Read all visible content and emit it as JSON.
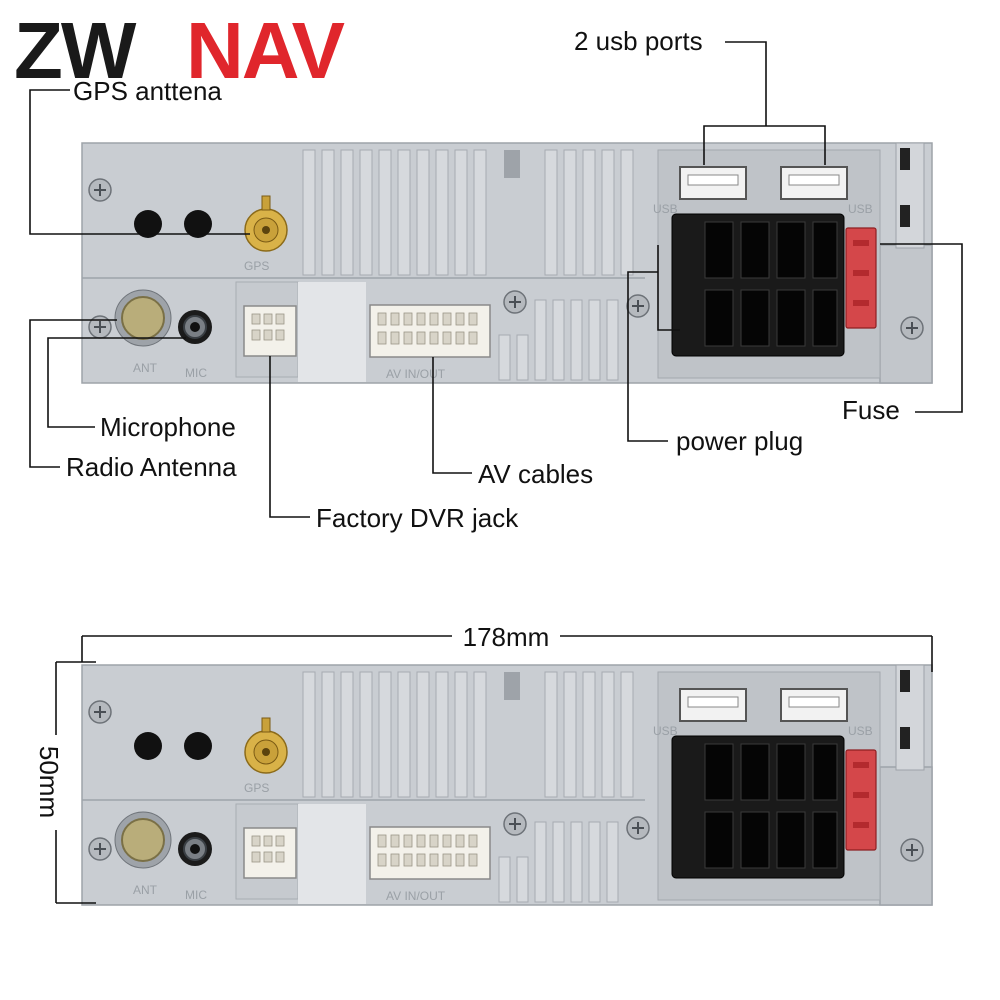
{
  "brand": {
    "logo_part1": "ZW",
    "logo_part2": "NAV",
    "color_dark": "#1a1a1a",
    "color_accent": "#e0262c"
  },
  "callouts": {
    "gps_antenna": "GPS anttena",
    "usb_ports": "2 usb ports",
    "microphone": "Microphone",
    "radio_antenna": "Radio Antenna",
    "factory_dvr": "Factory DVR jack",
    "av_cables": "AV cables",
    "power_plug": "power plug",
    "fuse": "Fuse"
  },
  "dimensions": {
    "width": "178mm",
    "height": "50mm"
  },
  "panel_print": {
    "gps": "GPS",
    "ant": "ANT",
    "mic": "MIC",
    "av_inout": "AV IN/OUT",
    "usb": "USB"
  }
}
